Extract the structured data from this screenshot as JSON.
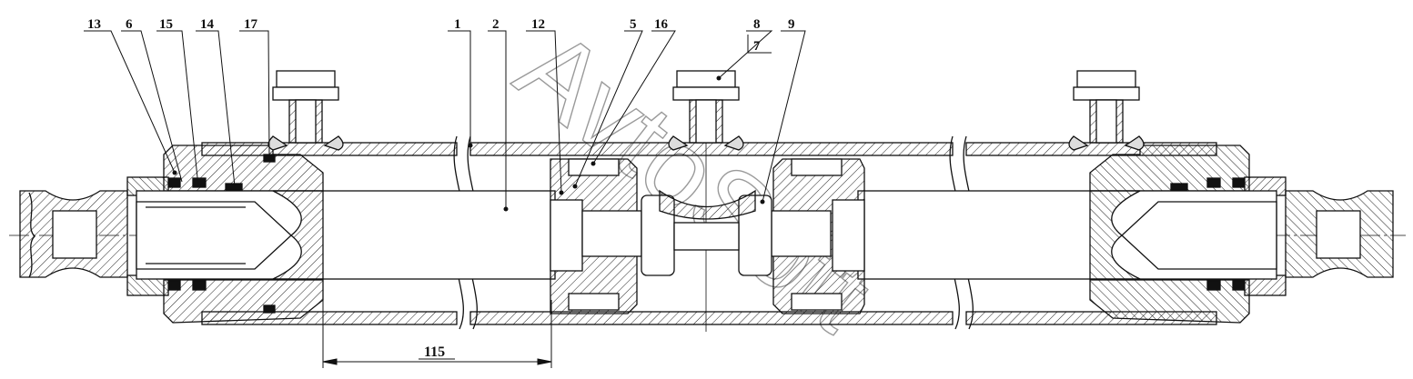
{
  "callouts": [
    {
      "id": "13",
      "text": "13"
    },
    {
      "id": "6",
      "text": "6"
    },
    {
      "id": "15",
      "text": "15"
    },
    {
      "id": "14",
      "text": "14"
    },
    {
      "id": "17",
      "text": "17"
    },
    {
      "id": "1",
      "text": "1"
    },
    {
      "id": "2",
      "text": "2"
    },
    {
      "id": "12",
      "text": "12"
    },
    {
      "id": "5",
      "text": "5"
    },
    {
      "id": "16",
      "text": "16"
    },
    {
      "id": "8",
      "text": "8"
    },
    {
      "id": "7",
      "text": "7"
    },
    {
      "id": "9",
      "text": "9"
    }
  ],
  "dimension": {
    "value": "115"
  },
  "watermark": {
    "text": "AvtoSoft"
  },
  "colors": {
    "line": "#111111",
    "hatch": "#222222",
    "watermark": "#9a9a9a"
  }
}
